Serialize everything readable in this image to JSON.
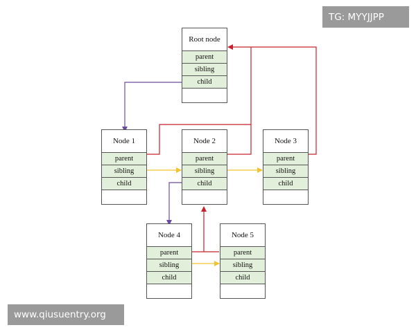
{
  "nodes": [
    {
      "id": "root",
      "title": "Root node",
      "fields": [
        "parent",
        "sibling",
        "child"
      ]
    },
    {
      "id": "n1",
      "title": "Node 1",
      "fields": [
        "parent",
        "sibling",
        "child"
      ]
    },
    {
      "id": "n2",
      "title": "Node 2",
      "fields": [
        "parent",
        "sibling",
        "child"
      ]
    },
    {
      "id": "n3",
      "title": "Node 3",
      "fields": [
        "parent",
        "sibling",
        "child"
      ]
    },
    {
      "id": "n4",
      "title": "Node 4",
      "fields": [
        "parent",
        "sibling",
        "child"
      ]
    },
    {
      "id": "n5",
      "title": "Node 5",
      "fields": [
        "parent",
        "sibling",
        "child"
      ]
    }
  ],
  "edge_colors": {
    "parent": "#c8202c",
    "sibling": "#f2c230",
    "child": "#6a4aa0"
  },
  "watermarks": {
    "top": "TG: MYYJJPP",
    "bottom": "www.qiusuentry.org"
  }
}
